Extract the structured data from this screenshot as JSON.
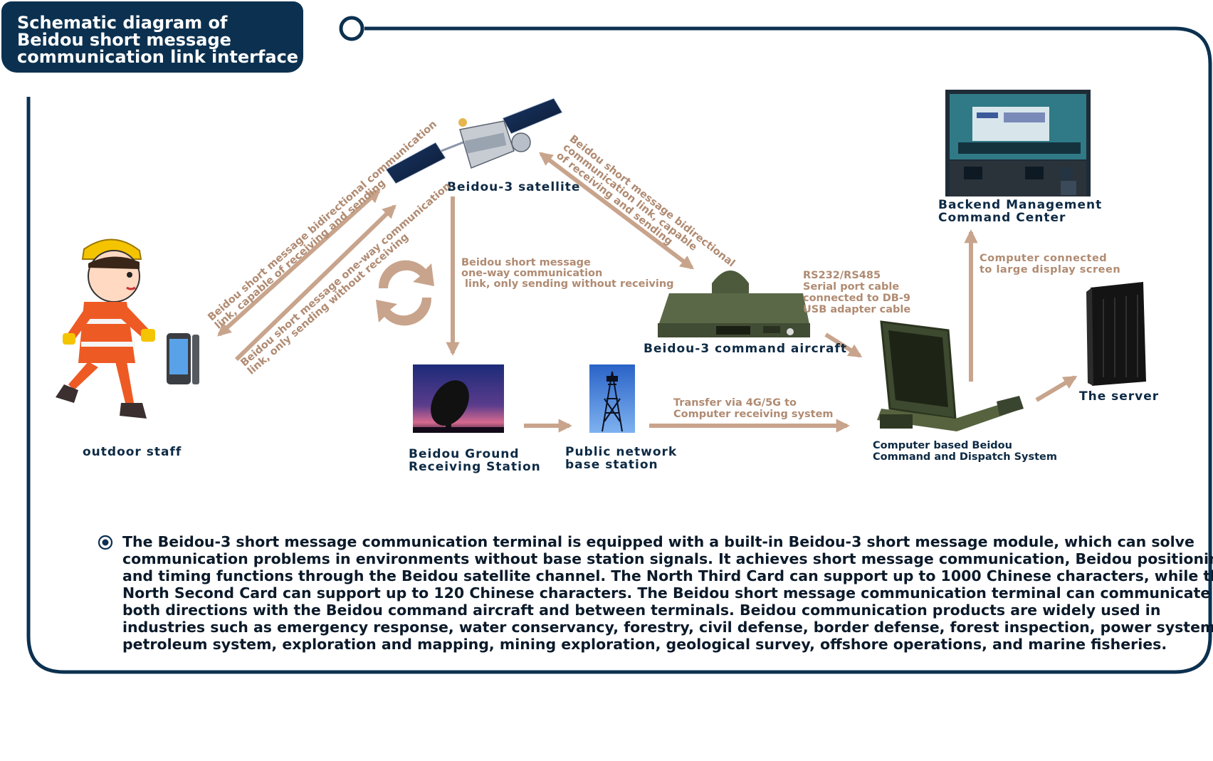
{
  "title": [
    "Schematic diagram of",
    "Beidou short message",
    "communication link interface"
  ],
  "nodes": {
    "satellite": "Beidou-3 satellite",
    "outdoor_staff": "outdoor staff",
    "ground_station": [
      "Beidou Ground",
      "Receiving Station"
    ],
    "public_base_station": [
      "Public network",
      "base station"
    ],
    "command_aircraft": "Beidou-3 command aircraft",
    "backend_center": [
      "Backend Management",
      "Command Center"
    ],
    "server": "The server",
    "dispatch_system": [
      "Computer based Beidou",
      "Command and Dispatch System"
    ]
  },
  "links": {
    "staff_bidirectional": [
      "Beidou short message bidirectional communication",
      "link, capable of receiving and sending"
    ],
    "staff_one_way": [
      "Beidou short message one-way communication",
      "link, only sending without receiving"
    ],
    "satellite_to_ground": [
      "Beidou short message",
      "one-way communication",
      " link, only sending without receiving"
    ],
    "satellite_to_aircraft": [
      "Beidou short message bidirectional",
      "communication link, capable",
      "of receiving and sending"
    ],
    "serial_cable": [
      "RS232/RS485",
      "Serial port cable",
      "connected to DB-9",
      "USB adapter cable"
    ],
    "display_screen": [
      "Computer connected",
      "to large display screen"
    ],
    "transfer_4g5g": [
      "Transfer via 4G/5G to",
      "Computer receiving system"
    ]
  },
  "description": [
    "The Beidou-3 short message communication terminal is equipped with a built-in Beidou-3 short message module, which can solve",
    "communication problems in environments without base station signals. It achieves short message communication, Beidou positioning,",
    "and timing functions through the Beidou satellite channel. The North Third Card can support up to 1000 Chinese characters, while the",
    "North Second Card can support up to 120 Chinese characters. The Beidou short message communication terminal can communicate in",
    "both directions with the Beidou command aircraft and between terminals. Beidou communication products are widely used in",
    "industries such as emergency response, water conservancy, forestry, civil defense, border defense, forest inspection, power system,",
    "petroleum system, exploration and mapping, mining exploration, geological survey, offshore operations, and marine fisheries."
  ],
  "colors": {
    "navy": "#0c3150",
    "arrow": "#c8a48c",
    "label_tan": "#b08b72",
    "text": "#0d2a44"
  }
}
